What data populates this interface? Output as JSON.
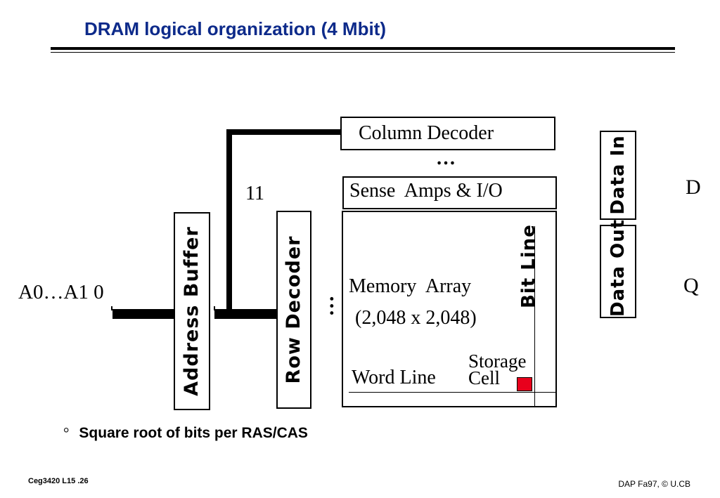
{
  "slide": {
    "title": "DRAM logical organization (4 Mbit)",
    "bullet_symbol": "°",
    "bullet_text": "Square root of bits per RAS/CAS",
    "footer_left": "Ceg3420 L15 .26",
    "footer_right": "DAP Fa97, © U.CB"
  },
  "diagram": {
    "column_decoder": "Column Decoder",
    "dots_top": "…",
    "sense_amps": "Sense  Amps & I/O",
    "bus_width": "11",
    "address_input": "A0…A1 0",
    "address_buffer": "Address Buffer",
    "row_decoder": "Row Decoder",
    "dots_left": "…",
    "memory_array": "Memory  Array",
    "array_size": "(2,048 x 2,048)",
    "bit_line": "Bit Line",
    "storage_cell": "Storage\nCell",
    "word_line": "Word Line",
    "data_in": "Data In",
    "data_out": "Data Out",
    "d_label": "D",
    "q_label": "Q",
    "storage_cell_color": "#e8001c"
  }
}
